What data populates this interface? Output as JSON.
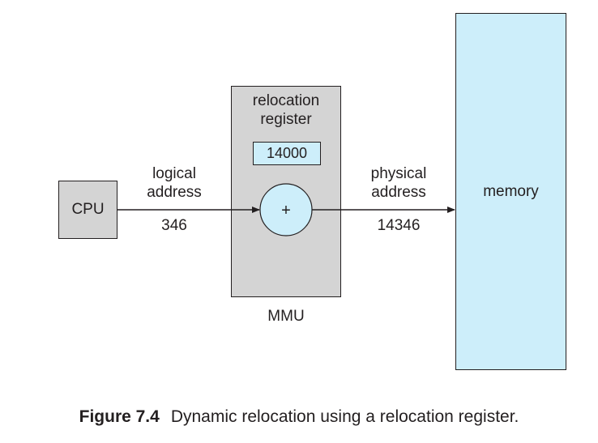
{
  "diagram": {
    "cpu_label": "CPU",
    "register_title": "relocation\nregister",
    "register_value": "14000",
    "adder_symbol": "+",
    "logical_address_label": "logical\naddress",
    "logical_address_value": "346",
    "physical_address_label": "physical\naddress",
    "physical_address_value": "14346",
    "mmu_label": "MMU",
    "memory_label": "memory"
  },
  "caption": {
    "number": "Figure 7.4",
    "text": "Dynamic relocation using a relocation register."
  },
  "colors": {
    "box_gray": "#d4d4d4",
    "memory_blue": "#cdeefa",
    "line": "#231f20"
  }
}
